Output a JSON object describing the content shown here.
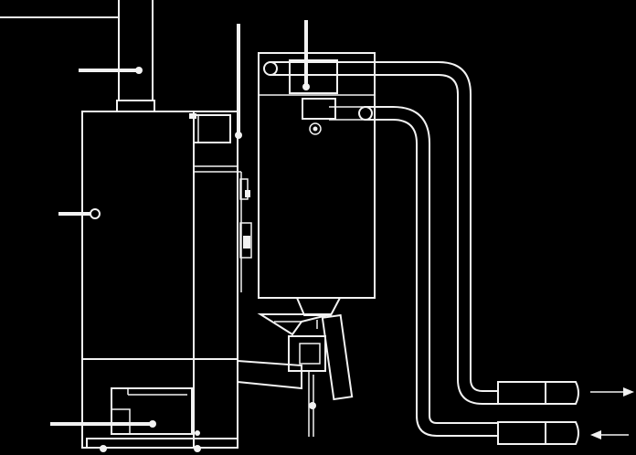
{
  "diagram": {
    "kind": "technical line drawing",
    "palette": {
      "background": "#000000",
      "stroke": "#f2f2f2"
    },
    "components": [
      "chimney-flue",
      "boiler-body",
      "boiler-door",
      "ash-drawer",
      "pellet-hopper",
      "hopper-motor",
      "feed-auger",
      "supply-pipe",
      "return-pipe",
      "flow-out-arrow",
      "flow-in-arrow"
    ],
    "callout_count": 6,
    "flow_arrows": [
      {
        "name": "flow-out",
        "direction": "right"
      },
      {
        "name": "flow-in",
        "direction": "left"
      }
    ]
  }
}
